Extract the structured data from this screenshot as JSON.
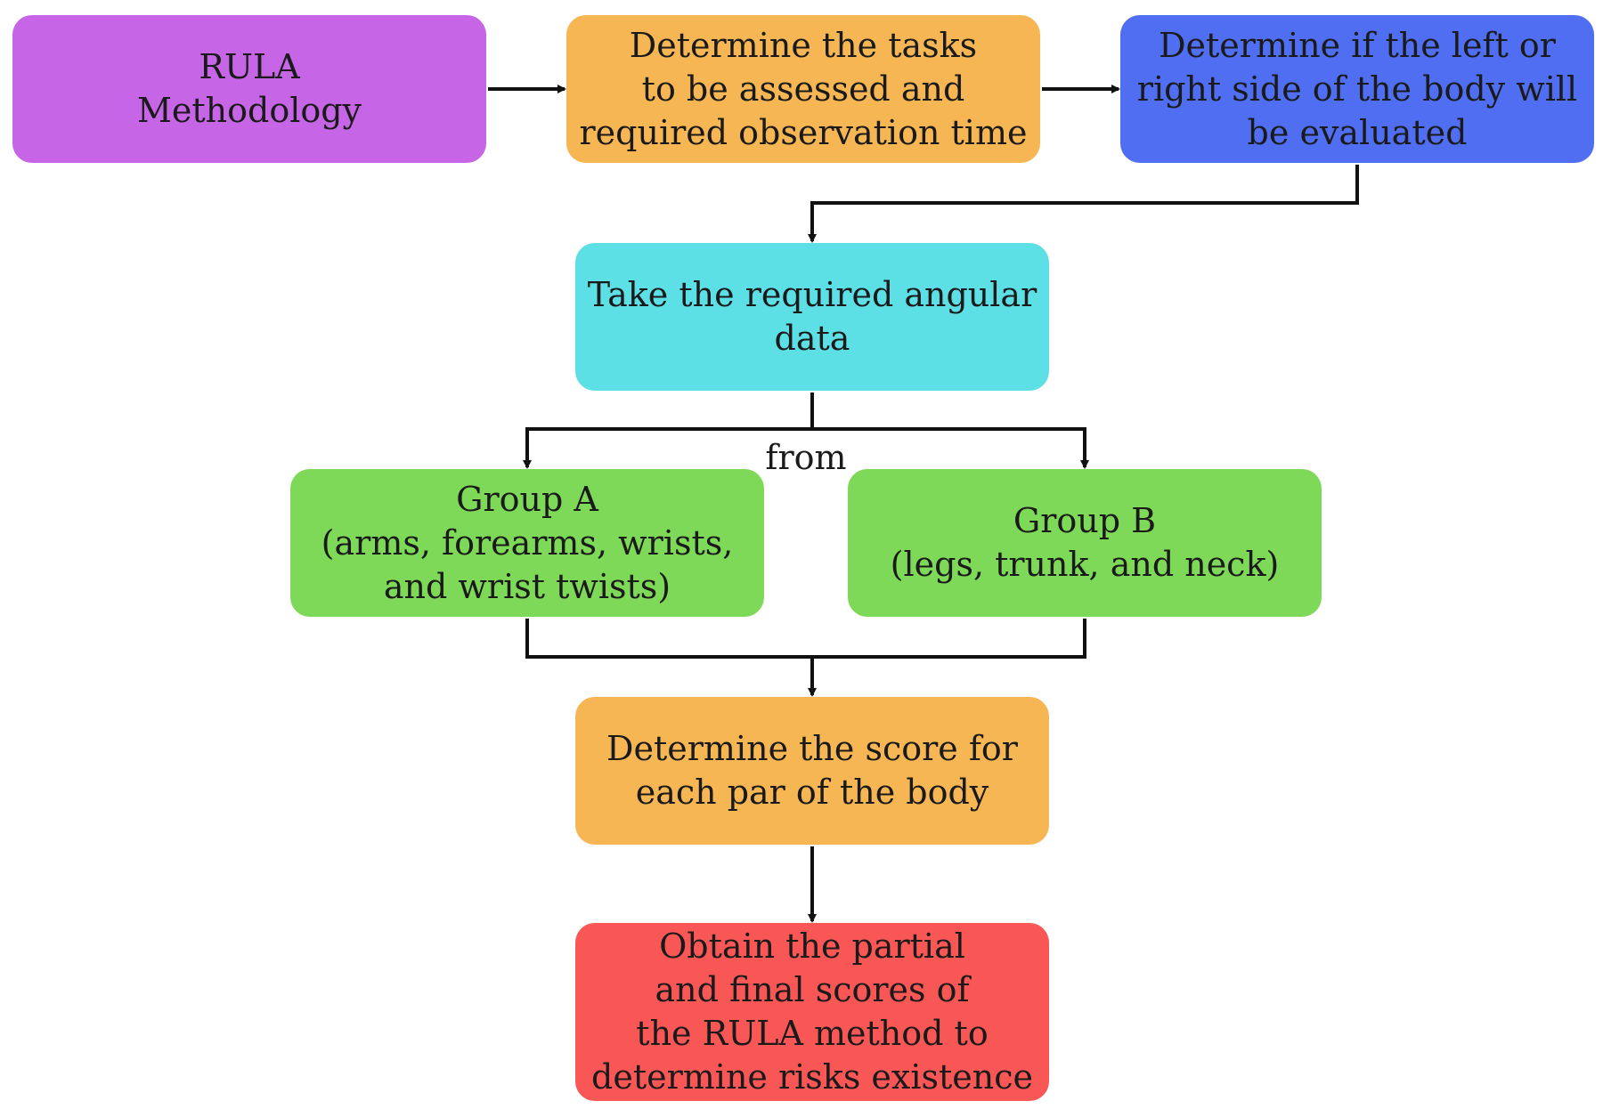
{
  "colors": {
    "purple": "#c666e6",
    "orange": "#f5b653",
    "blue": "#4f6ef2",
    "cyan": "#5ce0e6",
    "green": "#7dd957",
    "red": "#f95656",
    "line": "#111111"
  },
  "nodes": {
    "rula": {
      "label": "RULA\nMethodology",
      "color": "#c666e6"
    },
    "tasks": {
      "label": "Determine the tasks\nto be assessed and\nrequired observation time",
      "color": "#f5b653"
    },
    "side": {
      "label": "Determine if the left or\nright side of the body will\nbe evaluated",
      "color": "#4f6ef2"
    },
    "angular": {
      "label": "Take the required angular\ndata",
      "color": "#5ce0e6"
    },
    "group_a": {
      "label": "Group A\n(arms, forearms, wrists,\nand wrist twists)",
      "color": "#7dd957"
    },
    "group_b": {
      "label": "Group B\n(legs, trunk, and neck)",
      "color": "#7dd957"
    },
    "score": {
      "label": "Determine the score for\neach par of the body",
      "color": "#f5b653"
    },
    "final": {
      "label": "Obtain the partial\nand final scores of\nthe RULA method to\ndetermine risks existence",
      "color": "#f95656"
    }
  },
  "edge_labels": {
    "from": "from"
  },
  "edges": [
    {
      "from": "rula",
      "to": "tasks"
    },
    {
      "from": "tasks",
      "to": "side"
    },
    {
      "from": "side",
      "to": "angular"
    },
    {
      "from": "angular",
      "to": "group_a",
      "label": "from"
    },
    {
      "from": "angular",
      "to": "group_b",
      "label": "from"
    },
    {
      "from": "group_a",
      "to": "score"
    },
    {
      "from": "group_b",
      "to": "score"
    },
    {
      "from": "score",
      "to": "final"
    }
  ]
}
